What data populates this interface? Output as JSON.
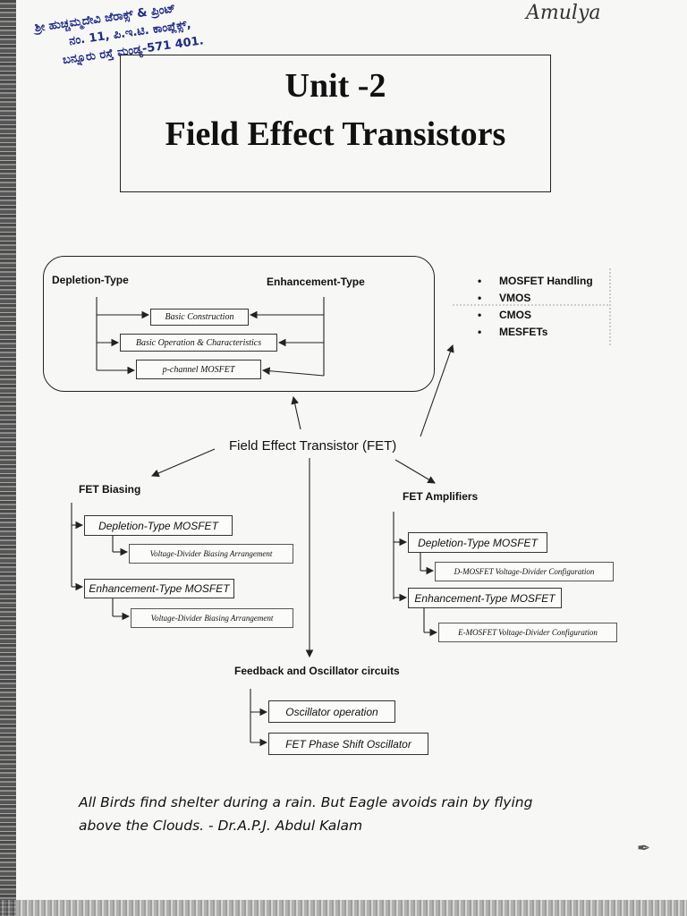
{
  "stamp": {
    "line1": "ಶ್ರೀ ಹುಚ್ಚಮ್ಮದೇವಿ ಜೆರಾಕ್ಸ್ & ಪ್ರಿಂಟ್",
    "line2": "ನಂ. 11, ಪಿ.ಇ.ಟಿ. ಕಾಂಪ್ಲೆಕ್ಸ್,",
    "line3": "ಬನ್ನೂರು ರಸ್ತೆ ಮಂಡ್ಯ-571 401."
  },
  "signature": "Amulya",
  "title": {
    "unit": "Unit -2",
    "subject": "Field Effect Transistors"
  },
  "mosfet_box": {
    "left_header": "Depletion-Type",
    "right_header": "Enhancement-Type",
    "items": [
      "Basic Construction",
      "Basic Operation & Characteristics",
      "p-channel MOSFET"
    ]
  },
  "topics": [
    "MOSFET Handling",
    "VMOS",
    "CMOS",
    "MESFETs"
  ],
  "center": "Field Effect Transistor (FET)",
  "biasing": {
    "title": "FET Biasing",
    "depletion": "Depletion-Type MOSFET",
    "depletion_sub": "Voltage-Divider Biasing Arrangement",
    "enhancement": "Enhancement-Type MOSFET",
    "enhancement_sub": "Voltage-Divider Biasing Arrangement"
  },
  "amplifiers": {
    "title": "FET Amplifiers",
    "depletion": "Depletion-Type MOSFET",
    "depletion_sub": "D-MOSFET Voltage-Divider Configuration",
    "enhancement": "Enhancement-Type MOSFET",
    "enhancement_sub": "E-MOSFET Voltage-Divider Configuration"
  },
  "oscillator": {
    "title": "Feedback and Oscillator circuits",
    "items": [
      "Oscillator operation",
      "FET Phase Shift Oscillator"
    ]
  },
  "quote": {
    "line1": "All Birds find shelter during a rain. But Eagle avoids rain by flying",
    "line2": "above the Clouds. - Dr.A.P.J. Abdul Kalam"
  }
}
